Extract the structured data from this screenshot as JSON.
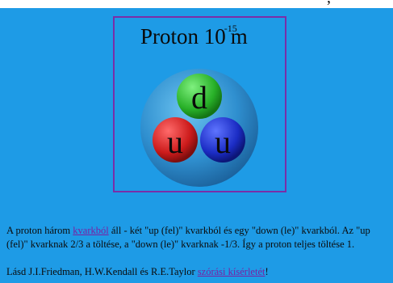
{
  "top_fragment": ",",
  "figure": {
    "title": "Proton 10",
    "exponent": "-15",
    "unit": "m",
    "quarks": [
      {
        "label": "d",
        "color": "#2eb82e"
      },
      {
        "label": "u",
        "color": "#d62020"
      },
      {
        "label": "u",
        "color": "#1f2fc0"
      }
    ],
    "proton_color": "#3aa0d8",
    "frame_color": "#7a2ea8"
  },
  "caption": {
    "text_1": "A proton három ",
    "link_1": "kvarkból",
    "text_2": " áll - két \"up (fel)\" kvarkból és egy \"down (le)\" kvarkból. Az \"up (fel)\" kvarknak 2/3 a töltése, a \"down (le)\" kvarknak -1/3. Így a proton teljes töltése 1."
  },
  "reference": {
    "text_1": "Lásd J.I.Friedman, H.W.Kendall és R.E.Taylor ",
    "link_1": "szórási kísérletét",
    "text_2": "!"
  },
  "colors": {
    "background": "#1e9be6",
    "link": "#7b1fa2"
  }
}
